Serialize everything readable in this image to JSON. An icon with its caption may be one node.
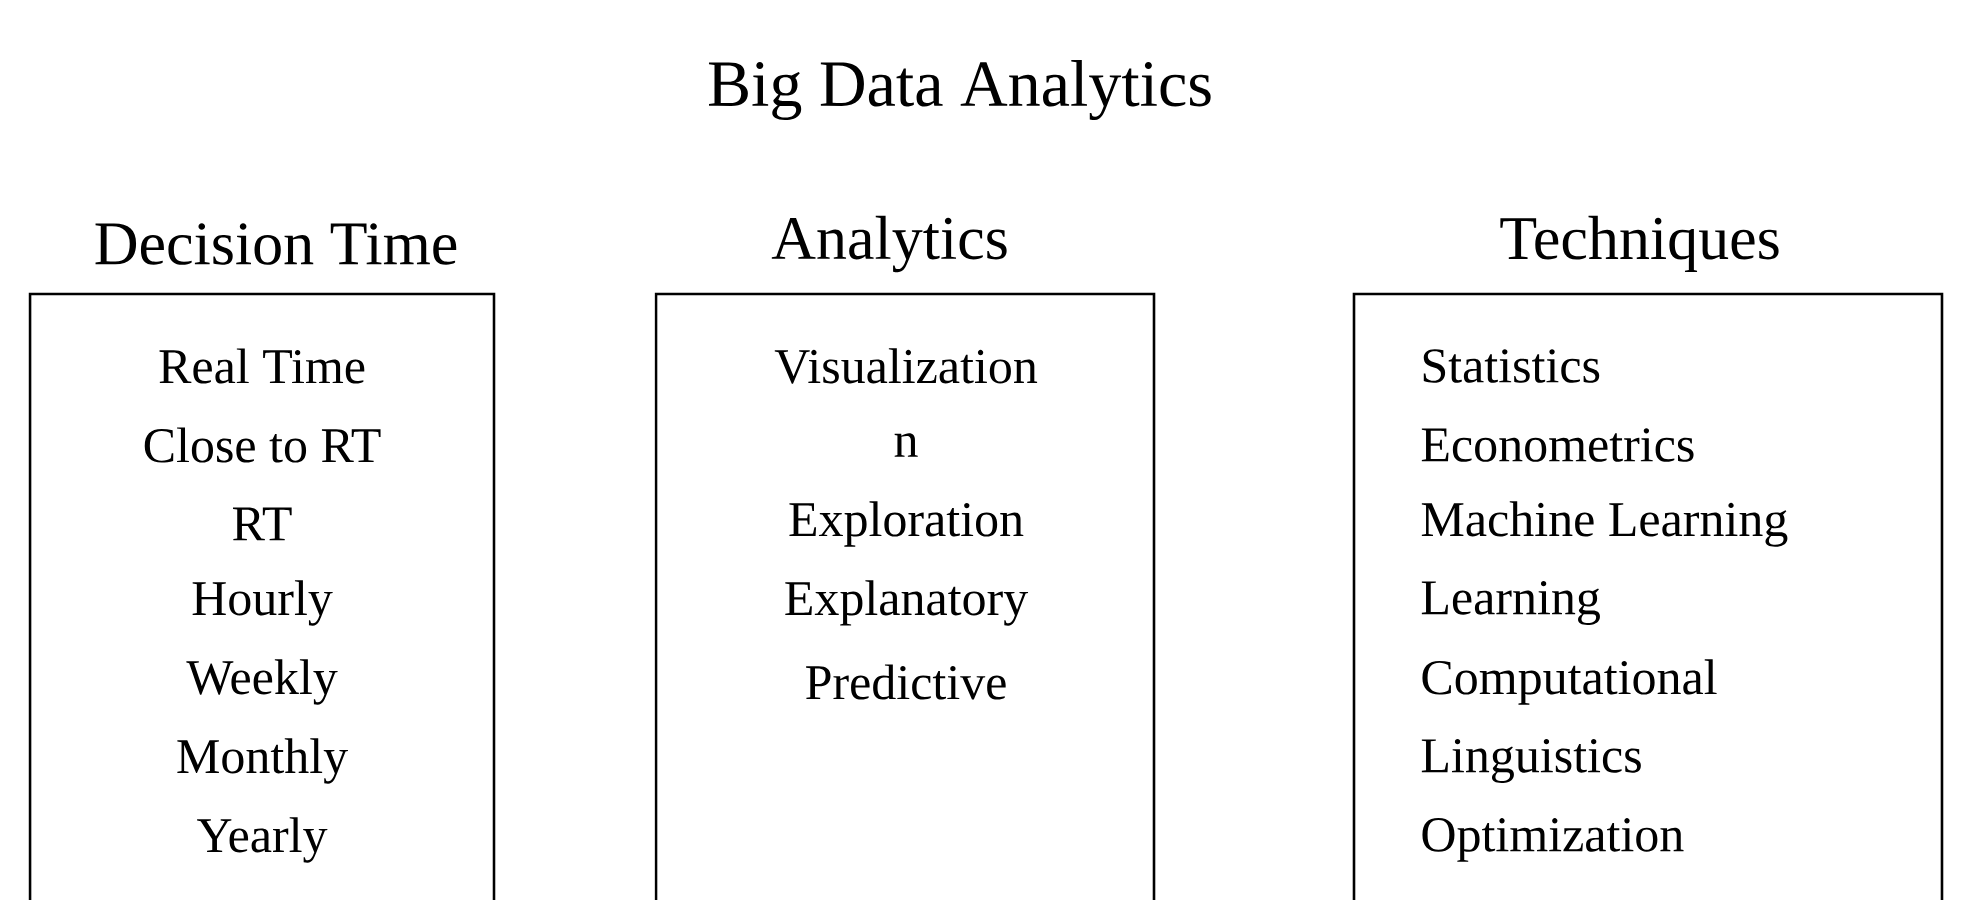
{
  "diagram": {
    "title": "Big Data Analytics",
    "nodes": [
      {
        "text": [
          "Decision Time",
          "Real Time",
          "Close to RT",
          "RT",
          "Hourly",
          "Weekly",
          "Monthly",
          "Yearly"
        ]
      },
      {
        "text": [
          "Analytics",
          "Visualization",
          "n",
          "Exploration",
          "Explanatory",
          "Predictive"
        ]
      },
      {
        "text": [
          "Techniques",
          "Statistics",
          "Econometrics",
          "Machine Learning",
          "Learning",
          "Computational",
          "Linguistics",
          "Optimization"
        ]
      }
    ]
  }
}
